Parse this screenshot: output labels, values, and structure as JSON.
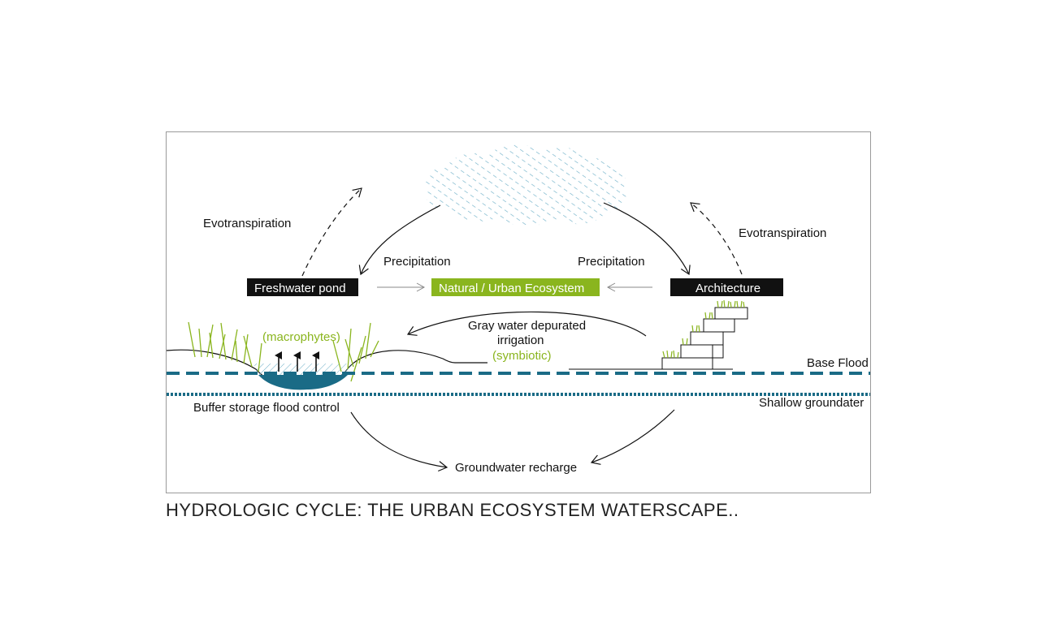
{
  "labels": {
    "evotranspiration_left": "Evotranspiration",
    "evotranspiration_right": "Evotranspiration",
    "precipitation_left": "Precipitation",
    "precipitation_right": "Precipitation",
    "freshwater_pond": "Freshwater pond",
    "ecosystem": "Natural / Urban Ecosystem",
    "architecture": "Architecture",
    "macrophytes": "(macrophytes)",
    "gray_water_1": "Gray water depurated",
    "gray_water_2": "irrigation",
    "symbiotic": "(symbiotic)",
    "base_flood": "Base Flood",
    "shallow_groundwater": "Shallow groundater",
    "buffer_storage": "Buffer storage flood control",
    "groundwater_recharge": "Groundwater recharge"
  },
  "caption": "HYDROLOGIC CYCLE: THE URBAN ECOSYSTEM WATERSCAPE..",
  "colors": {
    "water_blue": "#1a6b86",
    "hatch_blue": "#6fb0c8",
    "green": "#8ab51e",
    "box_black": "#111111"
  }
}
